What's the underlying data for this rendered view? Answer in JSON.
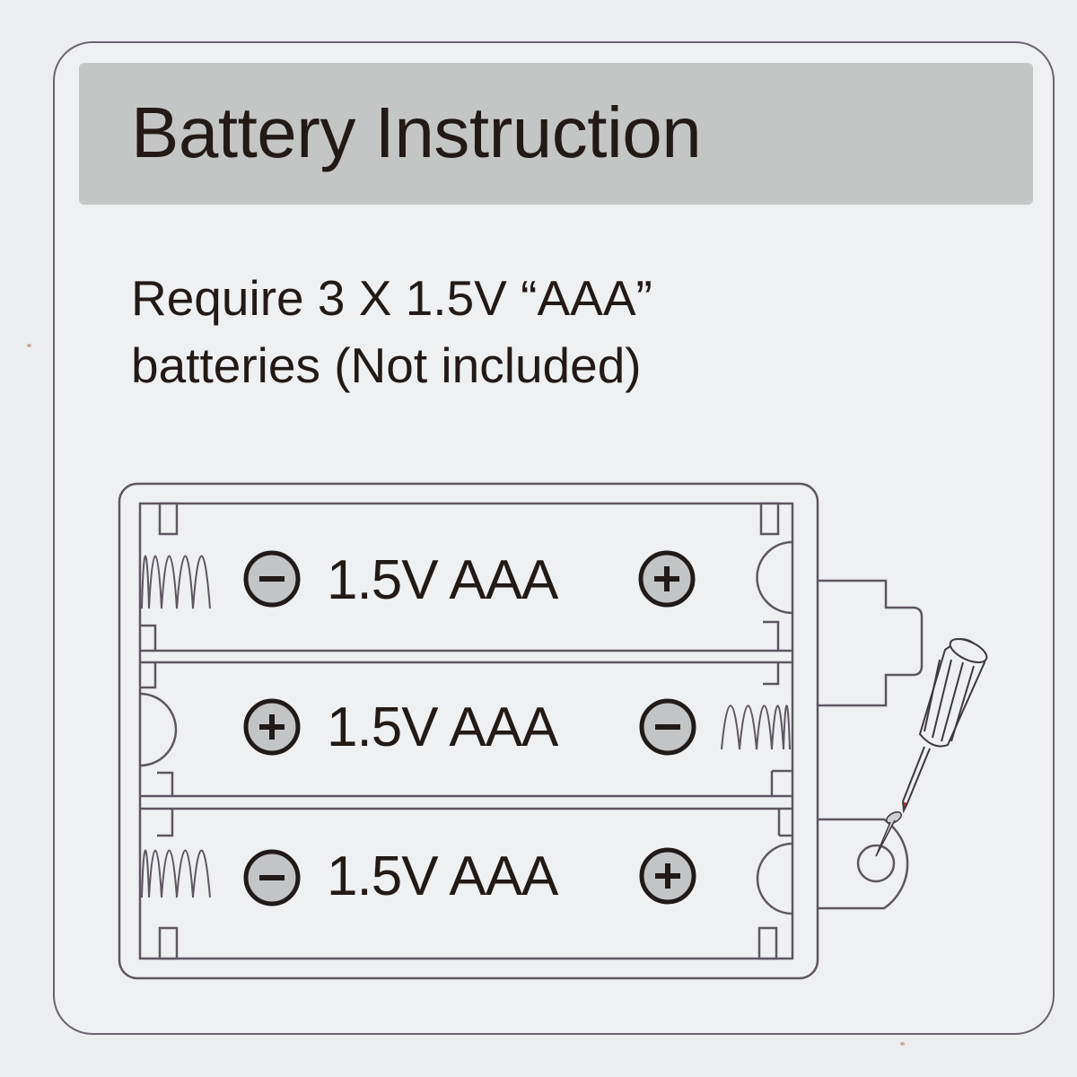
{
  "header": {
    "title": "Battery Instruction"
  },
  "requirement": {
    "line1": "Require 3 X 1.5V “AAA”",
    "line2": "batteries (Not included)"
  },
  "battery_holder": {
    "batteries": [
      {
        "label": "1.5V AAA",
        "left_terminal": "negative",
        "right_terminal": "positive",
        "spring_side": "left"
      },
      {
        "label": "1.5V AAA",
        "left_terminal": "positive",
        "right_terminal": "negative",
        "spring_side": "right"
      },
      {
        "label": "1.5V AAA",
        "left_terminal": "negative",
        "right_terminal": "positive",
        "spring_side": "left"
      }
    ],
    "icons": {
      "positive": "plus-circle-icon",
      "negative": "minus-circle-icon",
      "tool": "screwdriver-icon",
      "screw": "screw-icon"
    }
  },
  "colors": {
    "background": "#eceef0",
    "header_band": "#c4c6c5",
    "text": "#221a16",
    "line": "#5e5660",
    "terminal_fill": "#c2c4c6"
  }
}
